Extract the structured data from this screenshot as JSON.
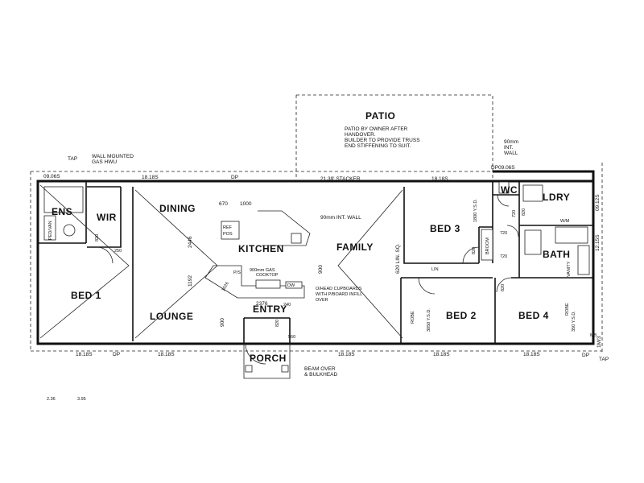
{
  "rooms": {
    "patio": "PATIO",
    "ens": "ENS",
    "wir": "WIR",
    "dining": "DINING",
    "kitchen": "KITCHEN",
    "family": "FAMILY",
    "bed3": "BED 3",
    "wc": "WC",
    "ldry": "LDRY",
    "bath": "BATH",
    "bed1": "BED 1",
    "lounge": "LOUNGE",
    "entry": "ENTRY",
    "porch": "PORCH",
    "bed2": "BED 2",
    "bed4": "BED 4"
  },
  "notes": {
    "patio_line1": "PATIO BY OWNER AFTER",
    "patio_line2": "HANDOVER.",
    "patio_line3": "BUILDER TO PROVIDE TRUSS",
    "patio_line4": "END STIFFENING TO SUIT.",
    "tap_left": "TAP",
    "wall_mounted_line1": "WALL MOUNTED",
    "wall_mounted_line2": "GAS HWU",
    "int_wall_right_line1": "90mm",
    "int_wall_right_line2": "INT.",
    "int_wall_right_line3": "WALL",
    "int_wall_family": "90mm INT. WALL",
    "stacker": "21.39' STACKER",
    "gas_cooktop_line1": "900mm GAS",
    "gas_cooktop_line2": "COOKTOP",
    "cupboards_line1": "O/HEAD CUPBOARDS",
    "cupboards_line2": "WITH P/BOARD INFILL",
    "cupboards_line3": "OVER",
    "beam_line1": "BEAM OVER",
    "beam_line2": "& BULKHEAD",
    "robe1": "ROBE",
    "robe2": "ROBE",
    "robe_ysd_bed2": "3050 Y.S.D.",
    "robe_ysd_bed3": "1800 Y.S.D.",
    "robe_ysd_bed4": "350 Y.S.D.",
    "broom": "BROOM",
    "ref": "REF",
    "pos": "POS",
    "dw": "DW",
    "ps": "P/S",
    "lin": "LIN",
    "vanity": "VANITY",
    "wm": "W/M",
    "vanity_ens": "PED/VAN",
    "dp": "DP",
    "tap_right": "TAP",
    "mb": "MB"
  },
  "dims": {
    "d_0906_left": "09.06S",
    "d_1818_top1": "18.18S",
    "d_dp_top": "DP",
    "d_1818_top2": "18.18S",
    "d_dp_0906_right": "DP09.06S",
    "d_0912_right": "09.12S",
    "d_1215_right": "12.15S",
    "d_1818_bot1": "18.18S",
    "d_dp_bot1": "DP",
    "d_1818_bot2": "18.18S",
    "d_1818_bot3": "18.18S",
    "d_1818_bot4": "18.18S",
    "d_1818_bot5": "18.18S",
    "d_dp_bot_right": "DP",
    "d_1m3": "1M/3",
    "d_670": "670",
    "d_1000": "1000",
    "d_2446": "2446",
    "d_1192": "1192",
    "d_2376": "2376",
    "d_900": "900",
    "d_620": "620 LIN. SQ.",
    "d_900b": "900",
    "d_820a": "820",
    "d_820b": "820",
    "d_820c": "820",
    "d_820d": "820",
    "d_820e": "820",
    "d_720a": "720",
    "d_720b": "720",
    "d_720c": "720",
    "d_1626": "1626",
    "d_250": "250",
    "d_wir": "WIR",
    "d_560": "560",
    "d_240": "240",
    "d_bottom_left": "2.36",
    "d_bottom_left2": "3.95"
  }
}
